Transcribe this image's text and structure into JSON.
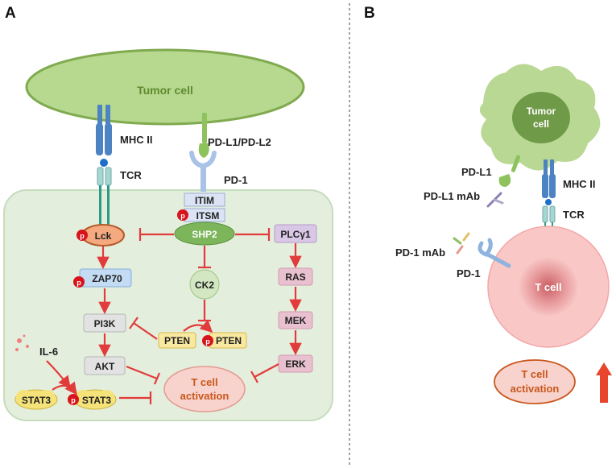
{
  "panels": {
    "a": "A",
    "b": "B"
  },
  "panel_a": {
    "tumor_cell": "Tumor cell",
    "mhc": "MHC II",
    "pdl": "PD-L1/PD-L2",
    "tcr": "TCR",
    "pd1": "PD-1",
    "itim": "ITIM",
    "itsm": "ITSM",
    "shp2": "SHP2",
    "lck": "Lck",
    "plcg": "PLCγ1",
    "zap70": "ZAP70",
    "ck2": "CK2",
    "ras": "RAS",
    "pi3k": "PI3K",
    "pten": "PTEN",
    "mek": "MEK",
    "akt": "AKT",
    "erk": "ERK",
    "il6": "IL-6",
    "stat3": "STAT3",
    "tact_line1": "T cell",
    "tact_line2": "activation",
    "p": "p"
  },
  "panel_b": {
    "tumor_line1": "Tumor",
    "tumor_line2": "cell",
    "pdl1": "PD-L1",
    "pdl1_mab": "PD-L1 mAb",
    "mhc": "MHC II",
    "tcr": "TCR",
    "pd1_mab": "PD-1 mAb",
    "pd1": "PD-1",
    "tcell": "T cell",
    "tact_line1": "T cell",
    "tact_line2": "activation"
  },
  "colors": {
    "tumor_green": "#9dc472",
    "receptor_blue": "#5b8ec7",
    "inhibition_red": "#e23b3b",
    "phospho_red": "#d7141b",
    "activation_pink": "#f8d2cc",
    "activation_text": "#c8571c",
    "tcell_pink": "#f7b6b6",
    "pten_yellow": "#f8e8a0"
  }
}
